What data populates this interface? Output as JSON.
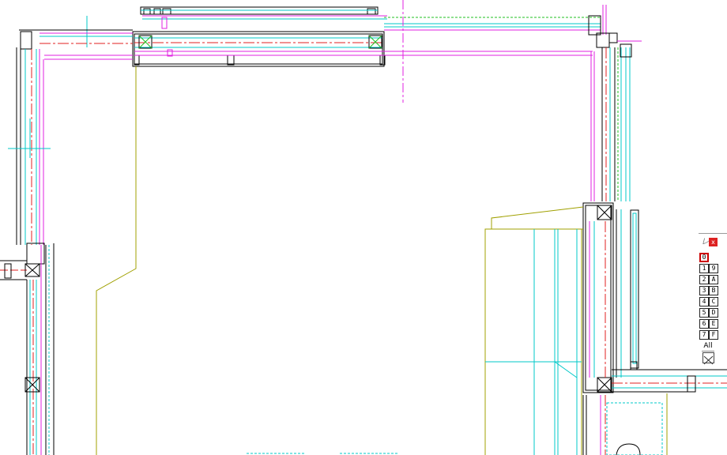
{
  "palette": {
    "title": "レ",
    "close_label": "x",
    "active_layer": "0",
    "layers_left": [
      "0",
      "1",
      "2",
      "3",
      "4",
      "5",
      "6",
      "7"
    ],
    "layers_right": [
      "",
      "9",
      "A",
      "B",
      "C",
      "D",
      "E",
      "F"
    ],
    "all_label": "All"
  },
  "colors": {
    "wall_black": "#000000",
    "partition_magenta": "#e020e0",
    "center_red": "#e02020",
    "cyan": "#00c8c8",
    "olive": "#a0a000",
    "green": "#20c020"
  }
}
